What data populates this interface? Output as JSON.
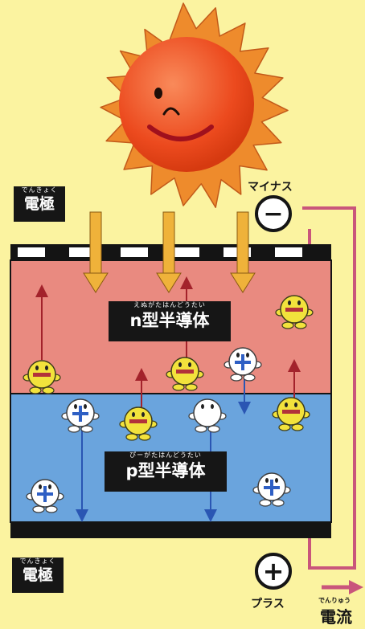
{
  "electrode_top": {
    "ruby": "でんきょく",
    "label": "電極"
  },
  "electrode_bottom": {
    "ruby": "でんきょく",
    "label": "電極"
  },
  "n_type": {
    "ruby": "えぬがたはんどうたい",
    "label": "n型半導体"
  },
  "p_type": {
    "ruby": "ぴーがたはんどうたい",
    "label": "p型半導体"
  },
  "terminal_minus": {
    "label": "マイナス",
    "symbol": "−"
  },
  "terminal_plus": {
    "label": "プラス",
    "symbol": "+"
  },
  "current": {
    "ruby": "でんりゅう",
    "label": "電流"
  },
  "colors": {
    "background": "#fbf3a0",
    "n_layer": "#e98a80",
    "p_layer": "#6aa4dd",
    "sun": "#ec4a1e",
    "sun_rays": "#ee8b2c",
    "light_arrow": "#efb23a",
    "circuit": "#c9557b",
    "electron": "#f2e23c",
    "hole": "#ffffff"
  }
}
